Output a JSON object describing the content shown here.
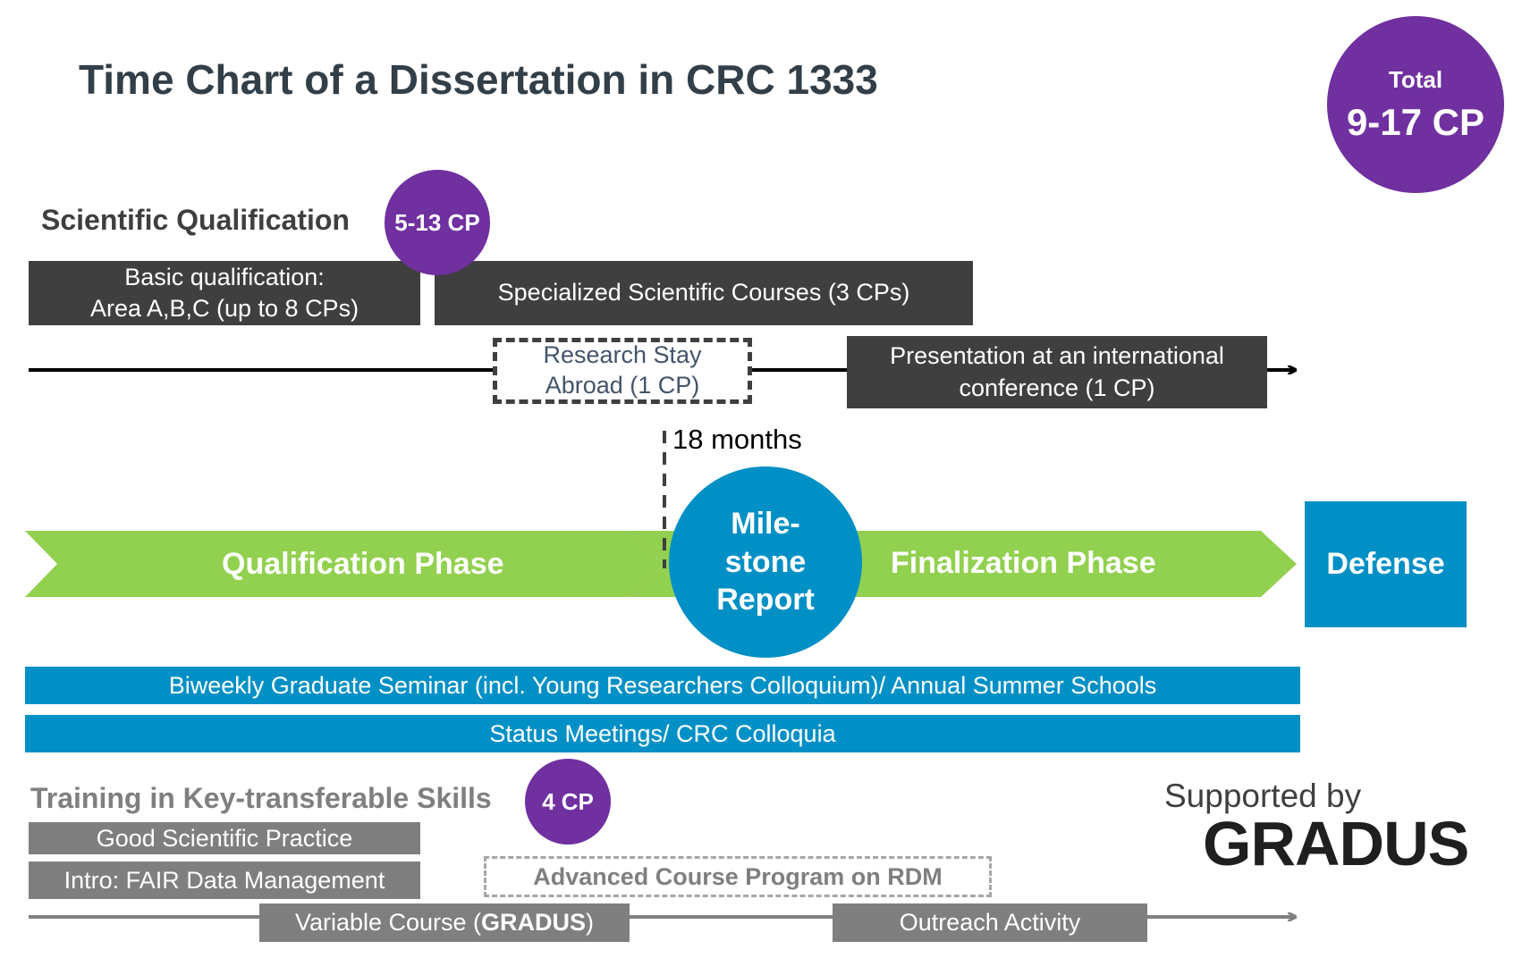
{
  "title": "Time Chart of a Dissertation in CRC 1333",
  "total": {
    "label": "Total",
    "value": "9-17 CP"
  },
  "scientific_qualification": {
    "heading": "Scientific Qualification",
    "cp": "5-13 CP",
    "basic_line1": "Basic qualification:",
    "basic_line2": "Area A,B,C (up to 8 CPs)",
    "specialized": "Specialized Scientific Courses (3 CPs)",
    "research_line1": "Research Stay",
    "research_line2": "Abroad (1 CP)",
    "presentation_line1": "Presentation at an international",
    "presentation_line2": "conference (1 CP)"
  },
  "milestone_marker": "18 months",
  "phases": {
    "qualification": "Qualification Phase",
    "milestone_line1": "Mile-",
    "milestone_line2": "stone",
    "milestone_line3": "Report",
    "finalization": "Finalization Phase",
    "defense": "Defense"
  },
  "bands": {
    "seminar": "Biweekly Graduate Seminar (incl. Young Researchers Colloquium)/ Annual Summer Schools",
    "status": "Status Meetings/ CRC Colloquia"
  },
  "skills": {
    "heading": "Training in Key-transferable Skills",
    "cp": "4 CP",
    "good_practice": "Good Scientific Practice",
    "fair": "Intro: FAIR Data Management",
    "advanced": "Advanced Course Program on RDM",
    "variable_prefix": "Variable Course (",
    "variable_bold": "GRADUS",
    "variable_suffix": ")",
    "outreach": "Outreach Activity"
  },
  "support": {
    "line1": "Supported by",
    "logo": "GRADUS"
  },
  "colors": {
    "purple": "#7030a0",
    "green": "#92d050",
    "blue": "#0090c5",
    "dark": "#3f3f3f",
    "grey": "#7f7f7f"
  }
}
